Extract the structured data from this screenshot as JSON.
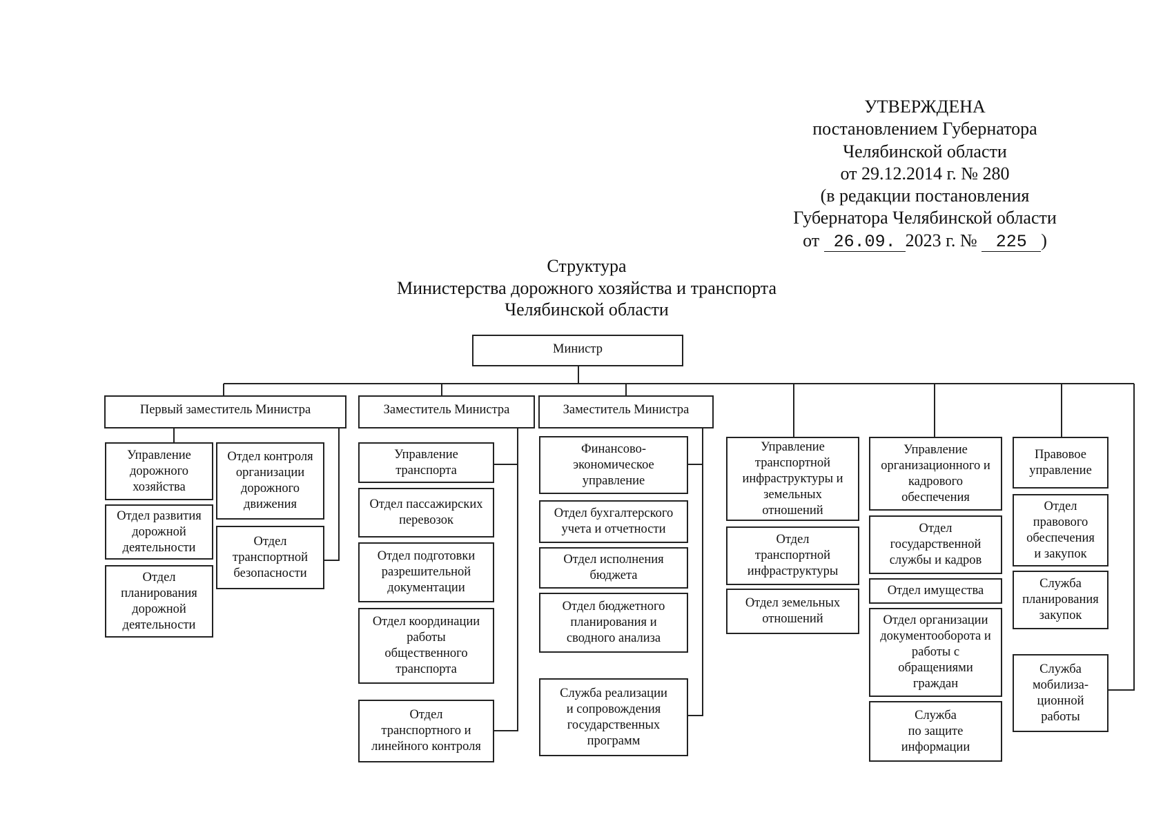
{
  "approval": {
    "line1": "УТВЕРЖДЕНА",
    "line2": "постановлением Губернатора",
    "line3": "Челябинской области",
    "line4": "от 29.12.2014 г. № 280",
    "line5": "(в редакции постановления",
    "line6": "Губернатора Челябинской области",
    "line7_prefix": "от",
    "line7_date": "26.09.",
    "line7_mid": "2023 г. №",
    "line7_number": "225",
    "line7_suffix": ")"
  },
  "title": {
    "line1": "Структура",
    "line2": "Министерства дорожного хозяйства и транспорта",
    "line3": "Челябинской области"
  },
  "org": {
    "minister": "Министр",
    "first_deputy": "Первый заместитель Министра",
    "deputy_1": "Заместитель Министра",
    "deputy_2": "Заместитель Министра",
    "road_mgmt": "Управление\nдорожного\nхозяйства",
    "road_dev": "Отдел развития\nдорожной\nдеятельности",
    "road_plan": "Отдел\nпланирования\nдорожной\nдеятельности",
    "traffic_control": "Отдел контроля\nорганизации\nдорожного\nдвижения",
    "transport_safety": "Отдел\nтранспортной\nбезопасности",
    "transport_mgmt": "Управление\nтранспорта",
    "passenger": "Отдел пассажирских\nперевозок",
    "permits": "Отдел подготовки\nразрешительной\nдокументации",
    "public_transport": "Отдел координации\nработы\nобщественного\nтранспорта",
    "linear_control": "Отдел\nтранспортного и\nлинейного контроля",
    "finance_mgmt": "Финансово-\nэкономическое\nуправление",
    "accounting": "Отдел бухгалтерского\nучета и отчетности",
    "budget_exec": "Отдел исполнения\nбюджета",
    "budget_plan": "Отдел бюджетного\nпланирования и\nсводного анализа",
    "programs": "Служба реализации\nи сопровождения\nгосударственных\nпрограмм",
    "infra_mgmt": "Управление\nтранспортной\nинфраструктуры и\nземельных\nотношений",
    "infra_dept": "Отдел\nтранспортной\nинфраструктуры",
    "land_dept": "Отдел земельных\nотношений",
    "hr_mgmt": "Управление\nорганизационного и\nкадрового\nобеспечения",
    "civil_service": "Отдел\nгосударственной\nслужбы и кадров",
    "property": "Отдел имущества",
    "docflow": "Отдел организации\nдокументооборота и\nработы с\nобращениями\nграждан",
    "info_security": "Служба\nпо защите\nинформации",
    "legal_mgmt": "Правовое\nуправление",
    "legal_support": "Отдел\nправового\nобеспечения\nи закупок",
    "procurement": "Служба\nпланирования\nзакупок",
    "mobilization": "Служба\nмобилиза-\nционной\nработы"
  }
}
